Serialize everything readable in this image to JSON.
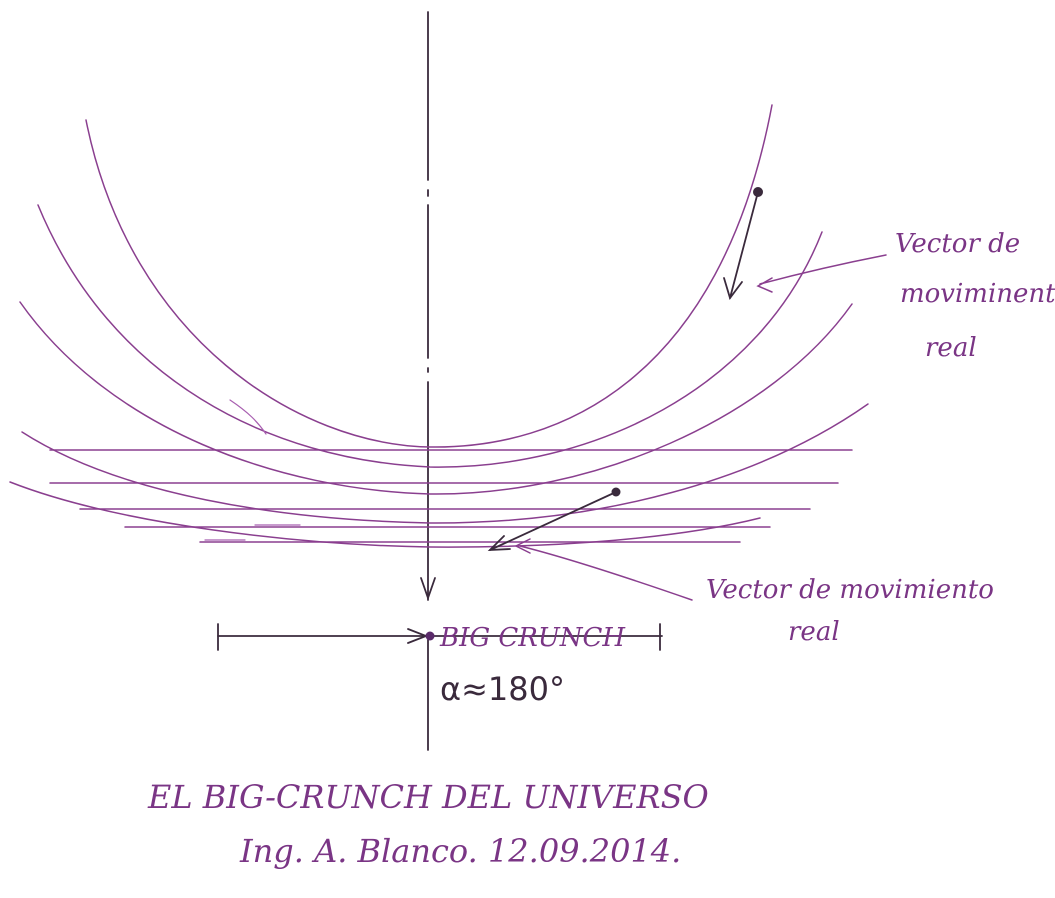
{
  "labels": {
    "vector_top": [
      "Vector de",
      "moviminento",
      "real"
    ],
    "vector_bottom": [
      "Vector de movimiento",
      "real"
    ],
    "big_crunch": "BIG CRUNCH",
    "angle": "α≈180°"
  },
  "caption": {
    "title": "EL BIG-CRUNCH DEL UNIVERSO",
    "signature": "Ing. A. Blanco. 12.09.2014."
  },
  "colors": {
    "ink_purple": "#8a3f8f",
    "ink_dark": "#3a2a3c",
    "paper": "#ffffff"
  }
}
